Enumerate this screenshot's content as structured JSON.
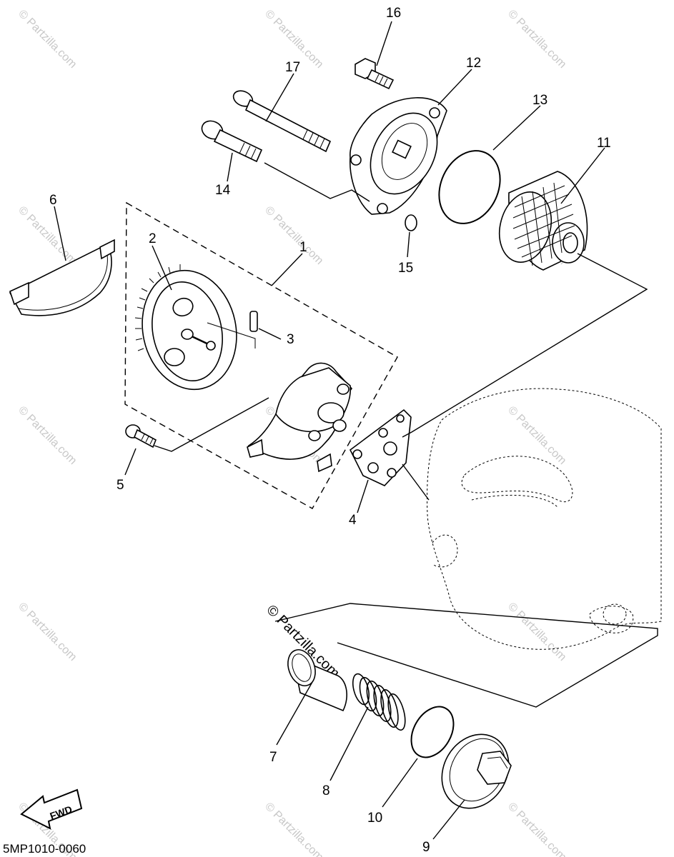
{
  "diagram_code": "5MP1010-0060",
  "fwd_label": "FWD",
  "watermark": "© Partzilla.com",
  "callouts": [
    {
      "id": "1",
      "label": "1"
    },
    {
      "id": "2",
      "label": "2"
    },
    {
      "id": "3",
      "label": "3"
    },
    {
      "id": "4",
      "label": "4"
    },
    {
      "id": "5",
      "label": "5"
    },
    {
      "id": "6",
      "label": "6"
    },
    {
      "id": "7",
      "label": "7"
    },
    {
      "id": "8",
      "label": "8"
    },
    {
      "id": "9",
      "label": "9"
    },
    {
      "id": "10",
      "label": "10"
    },
    {
      "id": "11",
      "label": "11"
    },
    {
      "id": "12",
      "label": "12"
    },
    {
      "id": "13",
      "label": "13"
    },
    {
      "id": "14",
      "label": "14"
    },
    {
      "id": "15",
      "label": "15"
    },
    {
      "id": "16",
      "label": "16"
    },
    {
      "id": "17",
      "label": "17"
    }
  ]
}
